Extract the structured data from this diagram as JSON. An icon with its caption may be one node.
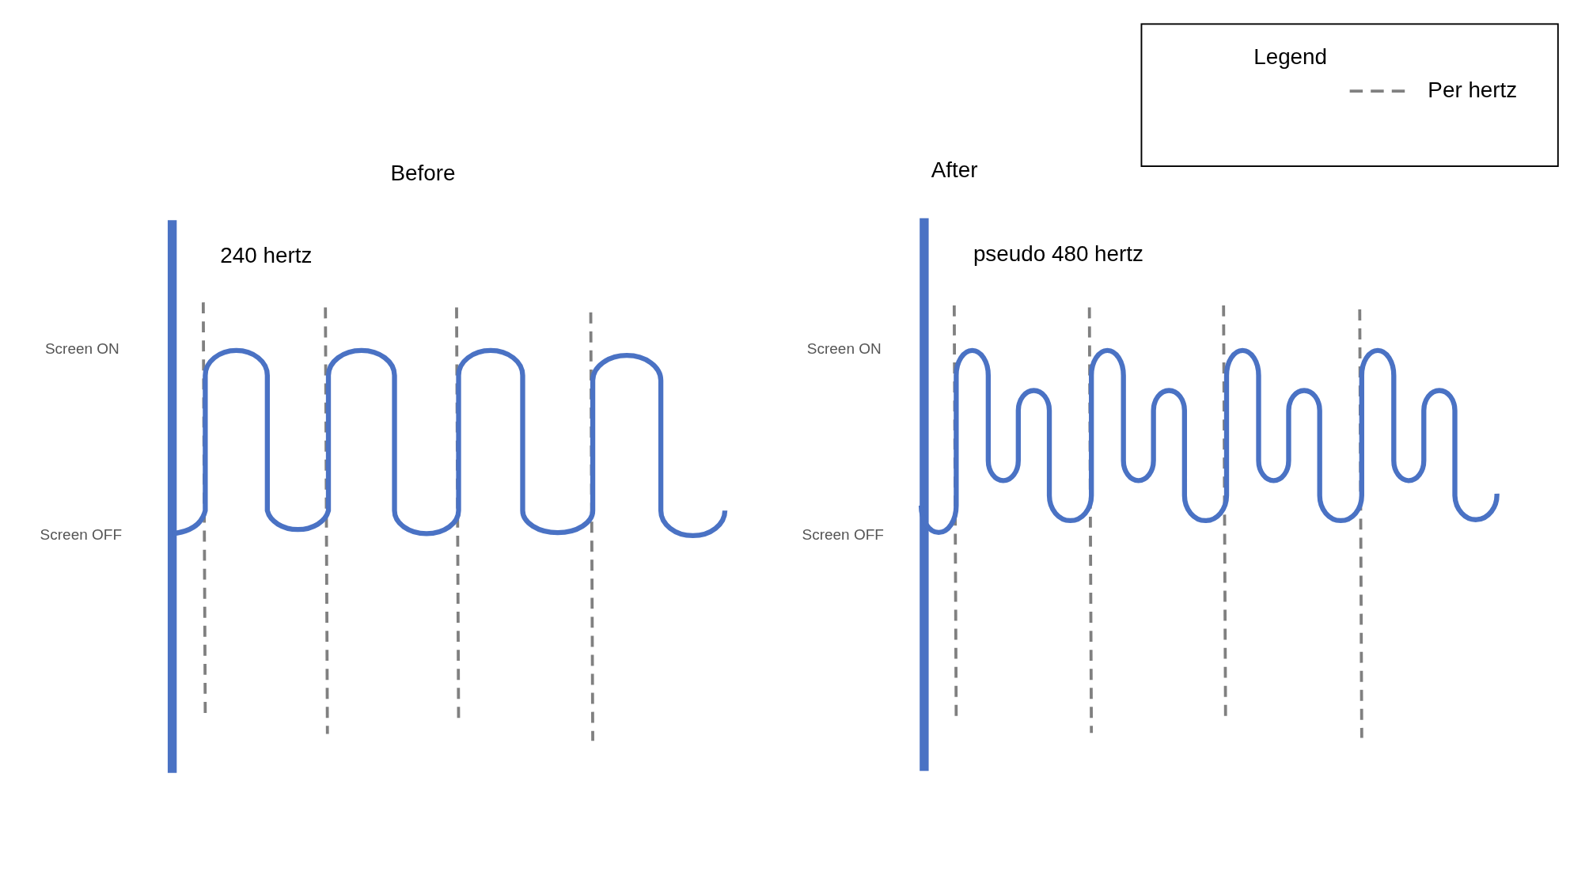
{
  "diagram": {
    "labels": [
      "Before",
      "After",
      "240 hertz",
      "pseudo 480 hertz",
      "Screen ON",
      "Screen ON",
      "Screen OFF",
      "Screen OFF",
      "Legend"
    ],
    "legend": [
      {
        "text": "Per hertz"
      }
    ]
  }
}
